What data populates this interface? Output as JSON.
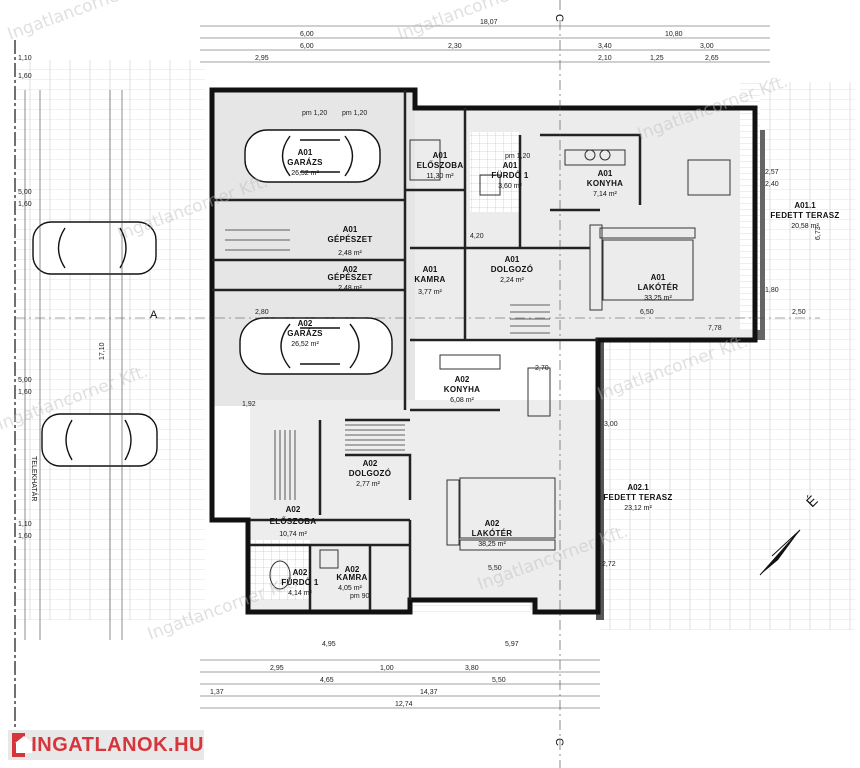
{
  "rooms": [
    {
      "code": "A01",
      "name": "GARÁZS",
      "area": "26,52 m²"
    },
    {
      "code": "A01",
      "name": "ELŐSZOBA",
      "area": "11,30 m²"
    },
    {
      "code": "A01",
      "name": "FÜRDŐ 1",
      "area": "3,60 m²"
    },
    {
      "code": "A01",
      "name": "KONYHA",
      "area": "7,14 m²"
    },
    {
      "code": "A01.1",
      "name": "FEDETT TERASZ",
      "area": "20,58 m²"
    },
    {
      "code": "A01",
      "name": "GÉPÉSZET",
      "area": "2,48 m²"
    },
    {
      "code": "A02",
      "name": "GÉPÉSZET",
      "area": "2,48 m²"
    },
    {
      "code": "A01",
      "name": "KAMRA",
      "area": "3,77 m²"
    },
    {
      "code": "A01",
      "name": "DOLGOZÓ",
      "area": "2,24 m²"
    },
    {
      "code": "A01",
      "name": "LAKÓTÉR",
      "area": "33,25 m²"
    },
    {
      "code": "A02",
      "name": "GARÁZS",
      "area": "26,52 m²"
    },
    {
      "code": "A02",
      "name": "KONYHA",
      "area": "6,08 m²"
    },
    {
      "code": "A02",
      "name": "DOLGOZÓ",
      "area": "2,77 m²"
    },
    {
      "code": "A02.1",
      "name": "FEDETT TERASZ",
      "area": "23,12 m²"
    },
    {
      "code": "A02",
      "name": "ELŐSZOBA",
      "area": "10,74 m²"
    },
    {
      "code": "A02",
      "name": "LAKÓTÉR",
      "area": "38,25 m²"
    },
    {
      "code": "A02",
      "name": "FÜRDŐ 1",
      "area": "4,14 m²"
    },
    {
      "code": "A02",
      "name": "KAMRA",
      "area": "4,05 m²"
    }
  ],
  "labels": {
    "boundary": "TELEKHATÁR",
    "section_a": "A",
    "section_c_top": "C",
    "section_c_bottom": "C",
    "north": "É",
    "pm_1": "pm 1,20",
    "pm_2": "pm 1,20",
    "pm_3": "pm 1,20",
    "pm_4": "pm 90"
  },
  "dimensions": {
    "top_total": "18,07",
    "top_right": "10,80",
    "top_a": "6,00",
    "top_b": "6,00",
    "top_c": "2,30",
    "top_d": "3,40",
    "top_e": "3,00",
    "top_f": "2,95",
    "top_g": "2,10",
    "top_h": "1,25",
    "top_i": "2,65",
    "left_1": "1,10",
    "left_2": "1,60",
    "left_3": "5,00",
    "left_4": "1,60",
    "left_5": "5,00",
    "left_6": "1,60",
    "left_7": "1,10",
    "left_8": "1,60",
    "left_total": "17,10",
    "bottom_a": "2,95",
    "bottom_b": "1,00",
    "bottom_c": "3,80",
    "bottom_d": "4,65",
    "bottom_e": "5,50",
    "bottom_f": "1,37",
    "bottom_g": "14,37",
    "bottom_h": "12,74",
    "bottom_i": "4,95",
    "bottom_j": "5,97",
    "inner_1": "6,50",
    "inner_2": "7,78",
    "inner_3": "2,50",
    "inner_4": "2,57",
    "inner_5": "2,40",
    "inner_6": "3,00",
    "inner_7": "1,80",
    "inner_8": "4,20",
    "inner_9": "5,50",
    "inner_10": "2,72",
    "inner_11": "2,70",
    "inner_12": "1,92",
    "inner_13": "2,80",
    "inner_14": "6,73"
  },
  "watermarks": [
    "Ingatlancorner Kft.",
    "Ingatlancorner Kft.",
    "Ingatlancorner Kft.",
    "Ingatlancorner Kft.",
    "Ingatlancorner Kft.",
    "Ingatlancorner Kft.",
    "Ingatlancorner Kft.",
    "Ingatlancorner Kft."
  ],
  "logo": {
    "text": "INGATLANOK.HU",
    "color": "#d6363b"
  }
}
